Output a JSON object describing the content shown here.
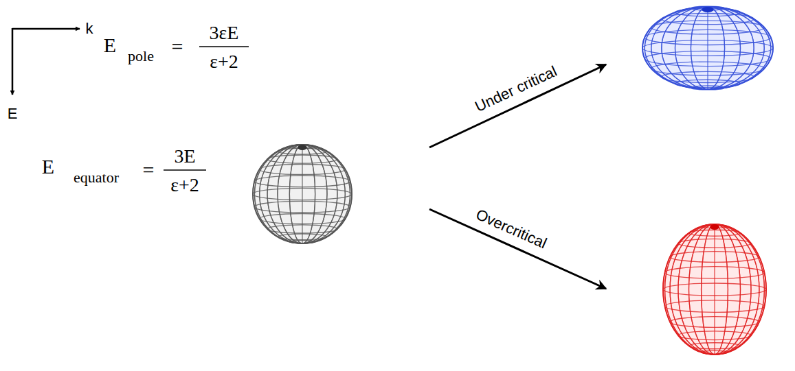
{
  "diagram": {
    "labels": [
      "k",
      "E",
      "E",
      "pole",
      "=",
      "3εE",
      "ε+2",
      "E",
      "equator",
      "=",
      "3E",
      "ε+2",
      "Under critical",
      "Overcritical"
    ]
  }
}
